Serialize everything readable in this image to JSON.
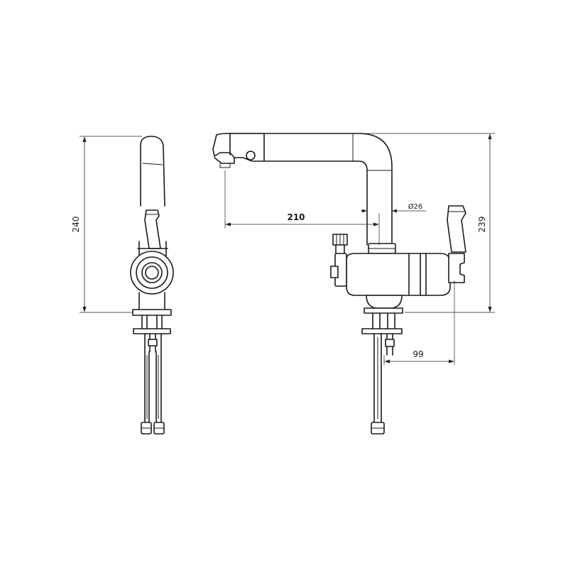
{
  "dimensions": {
    "side_height": "240",
    "front_height": "239",
    "spout_reach": "210",
    "spout_diameter": "Ø26",
    "handle_offset": "99"
  }
}
